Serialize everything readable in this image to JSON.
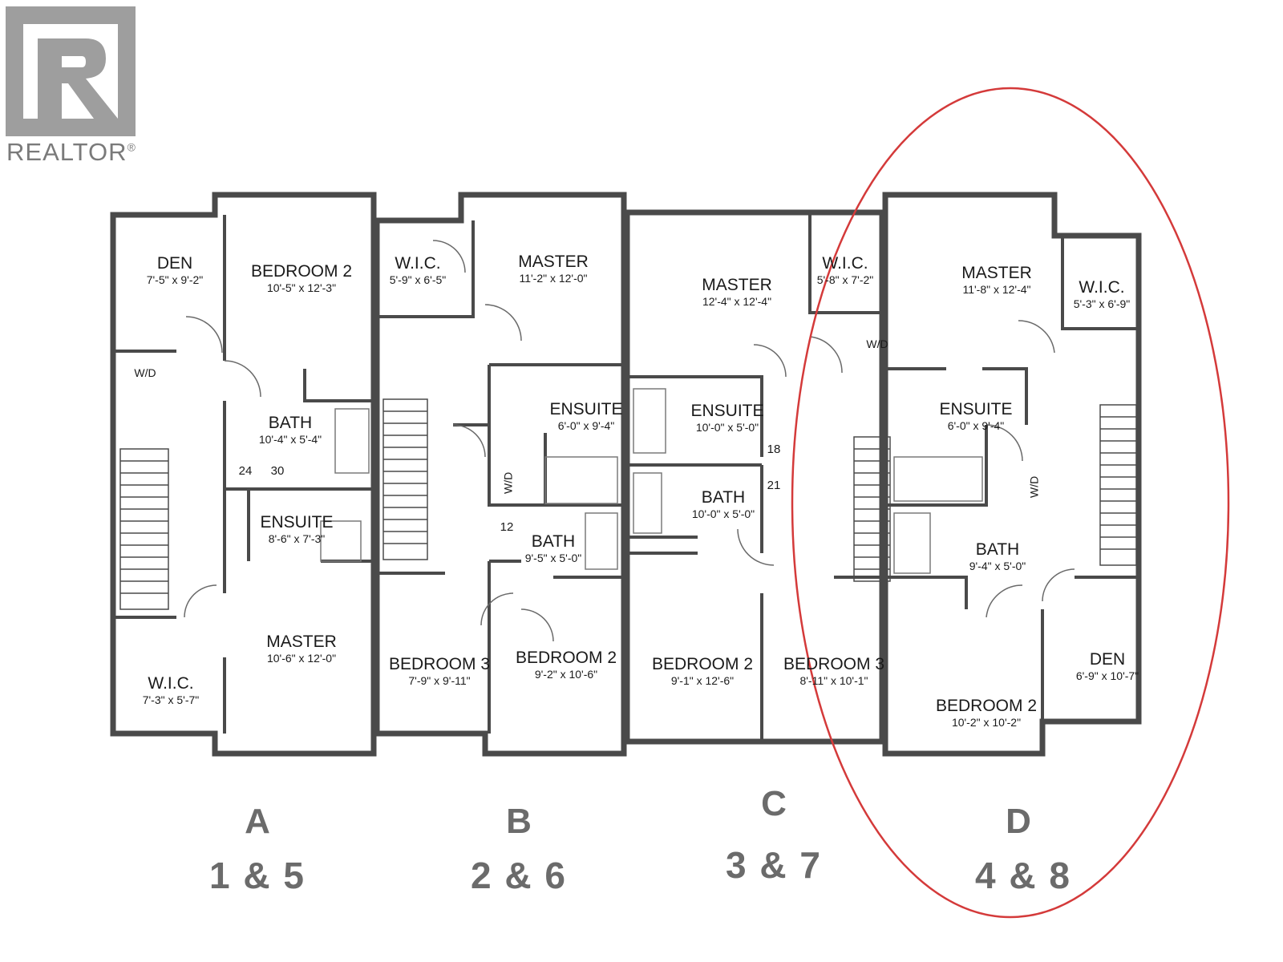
{
  "logo": {
    "text": "REALTOR",
    "mark": "®"
  },
  "units": [
    {
      "letter": "A",
      "numbers": "1 & 5",
      "rooms": [
        {
          "name": "DEN",
          "dims": "7'-5\" x 9'-2\""
        },
        {
          "name": "BEDROOM 2",
          "dims": "10'-5\" x 12'-3\""
        },
        {
          "name": "BATH",
          "dims": "10'-4\" x 5'-4\""
        },
        {
          "name": "ENSUITE",
          "dims": "8'-6\" x 7'-3\""
        },
        {
          "name": "MASTER",
          "dims": "10'-6\" x 12'-0\""
        },
        {
          "name": "W.I.C.",
          "dims": "7'-3\" x 5'-7\""
        }
      ]
    },
    {
      "letter": "B",
      "numbers": "2 & 6",
      "rooms": [
        {
          "name": "W.I.C.",
          "dims": "5'-9\" x 6'-5\""
        },
        {
          "name": "MASTER",
          "dims": "11'-2\" x 12'-0\""
        },
        {
          "name": "ENSUITE",
          "dims": "6'-0\" x 9'-4\""
        },
        {
          "name": "BATH",
          "dims": "9'-5\" x 5'-0\""
        },
        {
          "name": "BEDROOM 3",
          "dims": "7'-9\" x 9'-11\""
        },
        {
          "name": "BEDROOM 2",
          "dims": "9'-2\" x 10'-6\""
        }
      ]
    },
    {
      "letter": "C",
      "numbers": "3 & 7",
      "rooms": [
        {
          "name": "MASTER",
          "dims": "12'-4\" x 12'-4\""
        },
        {
          "name": "W.I.C.",
          "dims": "5'-8\" x 7'-2\""
        },
        {
          "name": "ENSUITE",
          "dims": "10'-0\" x 5'-0\""
        },
        {
          "name": "BATH",
          "dims": "10'-0\" x 5'-0\""
        },
        {
          "name": "BEDROOM 2",
          "dims": "9'-1\" x 12'-6\""
        },
        {
          "name": "BEDROOM 3",
          "dims": "8'-11\" x 10'-1\""
        }
      ]
    },
    {
      "letter": "D",
      "numbers": "4 & 8",
      "rooms": [
        {
          "name": "MASTER",
          "dims": "11'-8\" x 12'-4\""
        },
        {
          "name": "W.I.C.",
          "dims": "5'-3\" x 6'-9\""
        },
        {
          "name": "ENSUITE",
          "dims": "6'-0\" x 9'-4\""
        },
        {
          "name": "BATH",
          "dims": "9'-4\" x 5'-0\""
        },
        {
          "name": "DEN",
          "dims": "6'-9\" x 10'-7\""
        },
        {
          "name": "BEDROOM 2",
          "dims": "10'-2\" x 10'-2\""
        }
      ]
    }
  ],
  "laundry_label": "W/D",
  "fixture_numbers": [
    "24",
    "30",
    "12",
    "18",
    "21"
  ],
  "colors": {
    "wall": "#4a4a4a",
    "highlight": "#d43a3a",
    "unit_label": "#6b6b6b",
    "logo": "#9e9e9e"
  },
  "highlighted_unit": "D"
}
